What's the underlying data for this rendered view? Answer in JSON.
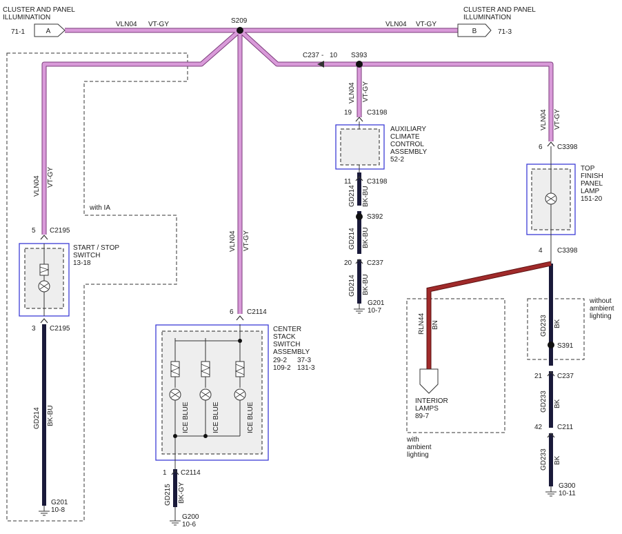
{
  "connectors": {
    "a": {
      "letter": "A",
      "title_line1": "CLUSTER AND PANEL",
      "title_line2": "ILLUMINATION",
      "ref": "71-1"
    },
    "b": {
      "letter": "B",
      "title_line1": "CLUSTER AND PANEL",
      "title_line2": "ILLUMINATION",
      "ref": "71-3"
    }
  },
  "splices": {
    "s209": "S209",
    "s393": "S393",
    "s392": "S392",
    "s391": "S391"
  },
  "inline_connector": {
    "label": "C237",
    "dash": "-",
    "pin": "10"
  },
  "wires": {
    "vln04": "VLN04",
    "vt_gy": "VT-GY",
    "gd214": "GD214",
    "bk_bu": "BK-BU",
    "gd215": "GD215",
    "bk_gy": "BK-GY",
    "gd233": "GD233",
    "bk": "BK",
    "rln44": "RLN44",
    "bn": "BN"
  },
  "colors": {
    "violet_wire": "#d99ad9",
    "black_wire": "#1a1a3a",
    "brown_wire": "#a02a2a",
    "component_box": "#3b3bd6"
  },
  "with_ia": "with IA",
  "start_stop": {
    "name_line1": "START / STOP",
    "name_line2": "SWITCH",
    "ref": "13-18",
    "pin_top": "5",
    "conn_top": "C2195",
    "pin_bottom": "3",
    "conn_bottom": "C2195",
    "ground": "G201",
    "ground_ref": "10-8"
  },
  "center_stack": {
    "name_line1": "CENTER",
    "name_line2": "STACK",
    "name_line3": "SWITCH",
    "name_line4": "ASSEMBLY",
    "ref_a": "29-2",
    "ref_b": "37-3",
    "ref_c": "109-2",
    "ref_d": "131-3",
    "pin_top": "6",
    "conn_top": "C2114",
    "pin_bottom": "1",
    "conn_bottom": "C2114",
    "lamp_label": "ICE BLUE",
    "ground": "G200",
    "ground_ref": "10-6"
  },
  "aux_climate": {
    "name_line1": "AUXILIARY",
    "name_line2": "CLIMATE",
    "name_line3": "CONTROL",
    "name_line4": "ASSEMBLY",
    "ref": "52-2",
    "pin_top": "19",
    "conn_top": "C3198",
    "pin_bottom": "11",
    "conn_bottom": "C3198",
    "pin_c237": "20",
    "conn_c237": "C237",
    "ground": "G201",
    "ground_ref": "10-7"
  },
  "top_finish": {
    "name_line1": "TOP",
    "name_line2": "FINISH",
    "name_line3": "PANEL",
    "name_line4": "LAMP",
    "ref": "151-20",
    "pin_top": "6",
    "conn_top": "C3398",
    "pin_bottom": "4",
    "conn_bottom": "C3398"
  },
  "interior_lamps": {
    "name_line1": "INTERIOR",
    "name_line2": "LAMPS",
    "ref": "89-7"
  },
  "with_ambient": {
    "line1": "with",
    "line2": "ambient",
    "line3": "lighting"
  },
  "without_ambient": {
    "line1": "without",
    "line2": "ambient",
    "line3": "lighting"
  },
  "right_ground_path": {
    "pin_c237": "21",
    "conn_c237": "C237",
    "pin_c211": "42",
    "conn_c211": "C211",
    "ground": "G300",
    "ground_ref": "10-11"
  }
}
